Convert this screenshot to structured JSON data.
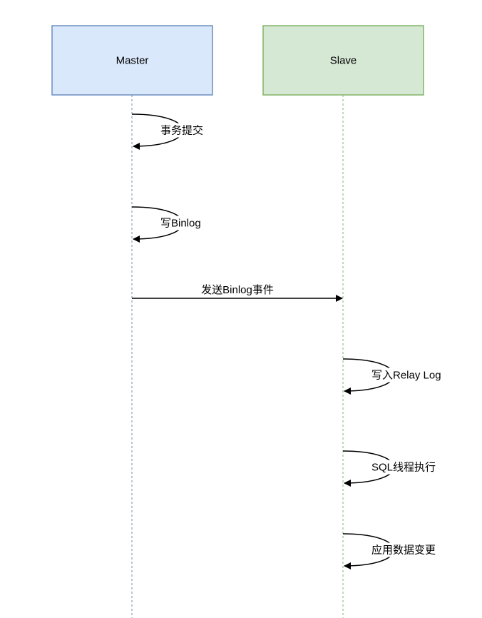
{
  "participants": [
    {
      "label": "Master",
      "fill": "#dae8fc",
      "stroke": "#6c8ebf"
    },
    {
      "label": "Slave",
      "fill": "#d5e8d4",
      "stroke": "#82b366"
    }
  ],
  "messages": [
    {
      "from": 0,
      "to": 0,
      "label": "事务提交"
    },
    {
      "from": 0,
      "to": 0,
      "label": "写Binlog"
    },
    {
      "from": 0,
      "to": 1,
      "label": "发送Binlog事件"
    },
    {
      "from": 1,
      "to": 1,
      "label": "写入Relay Log"
    },
    {
      "from": 1,
      "to": 1,
      "label": "SQL线程执行"
    },
    {
      "from": 1,
      "to": 1,
      "label": "应用数据变更"
    }
  ]
}
